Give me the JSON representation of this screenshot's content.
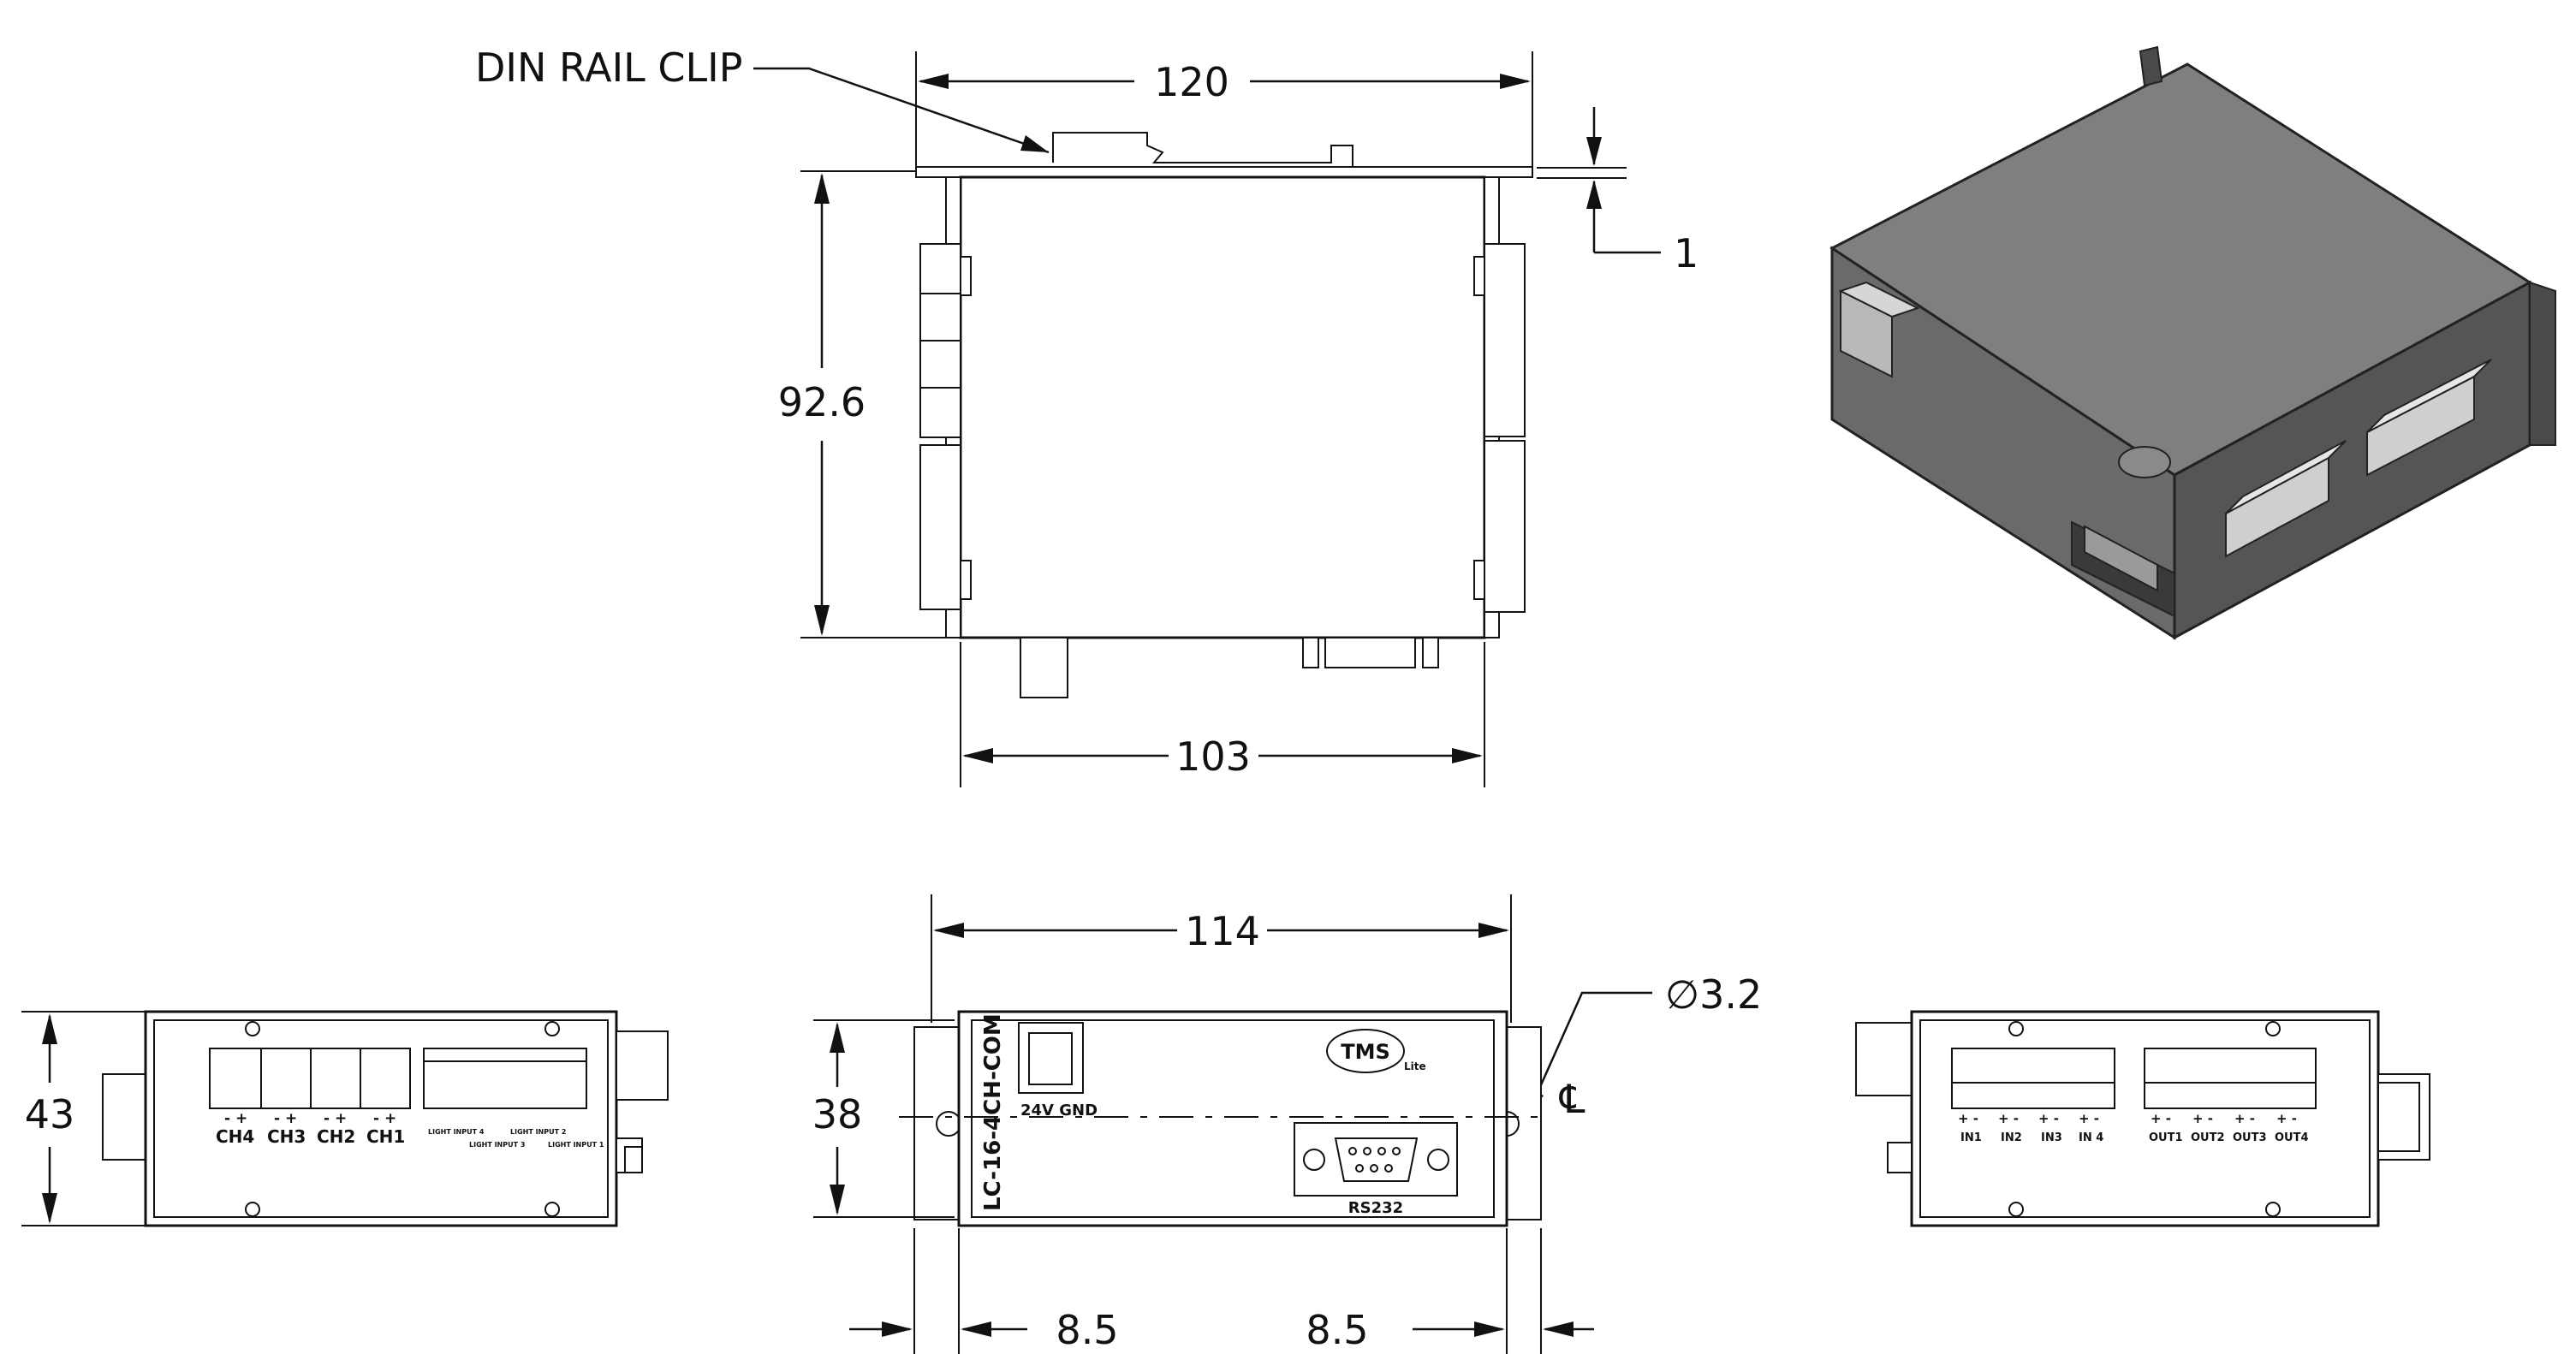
{
  "labels": {
    "din_rail_clip": "DIN RAIL CLIP",
    "dim_120": "120",
    "dim_1": "1",
    "dim_92_6": "92.6",
    "dim_103": "103",
    "dim_114": "114",
    "dim_hole": "∅3.2",
    "centerline": "℄",
    "dim_43": "43",
    "dim_38": "38",
    "dim_8_5_left": "8.5",
    "dim_8_5_right": "8.5"
  },
  "front_panel": {
    "model": "LC-16-4CH-COM",
    "power_label": "24V GND",
    "serial_label": "RS232",
    "logo": "TMS",
    "logo_suffix": "Lite"
  },
  "left_panel": {
    "channels": [
      "CH4",
      "CH3",
      "CH2",
      "CH1"
    ],
    "polarity": "- +",
    "light_inputs": [
      "LIGHT INPUT 4",
      "LIGHT INPUT 3",
      "LIGHT INPUT 2",
      "LIGHT INPUT 1"
    ]
  },
  "right_panel": {
    "inputs": [
      "IN1",
      "IN2",
      "IN3",
      "IN 4"
    ],
    "outputs": [
      "OUT1",
      "OUT2",
      "OUT3",
      "OUT4"
    ],
    "polarity": "+ -"
  }
}
